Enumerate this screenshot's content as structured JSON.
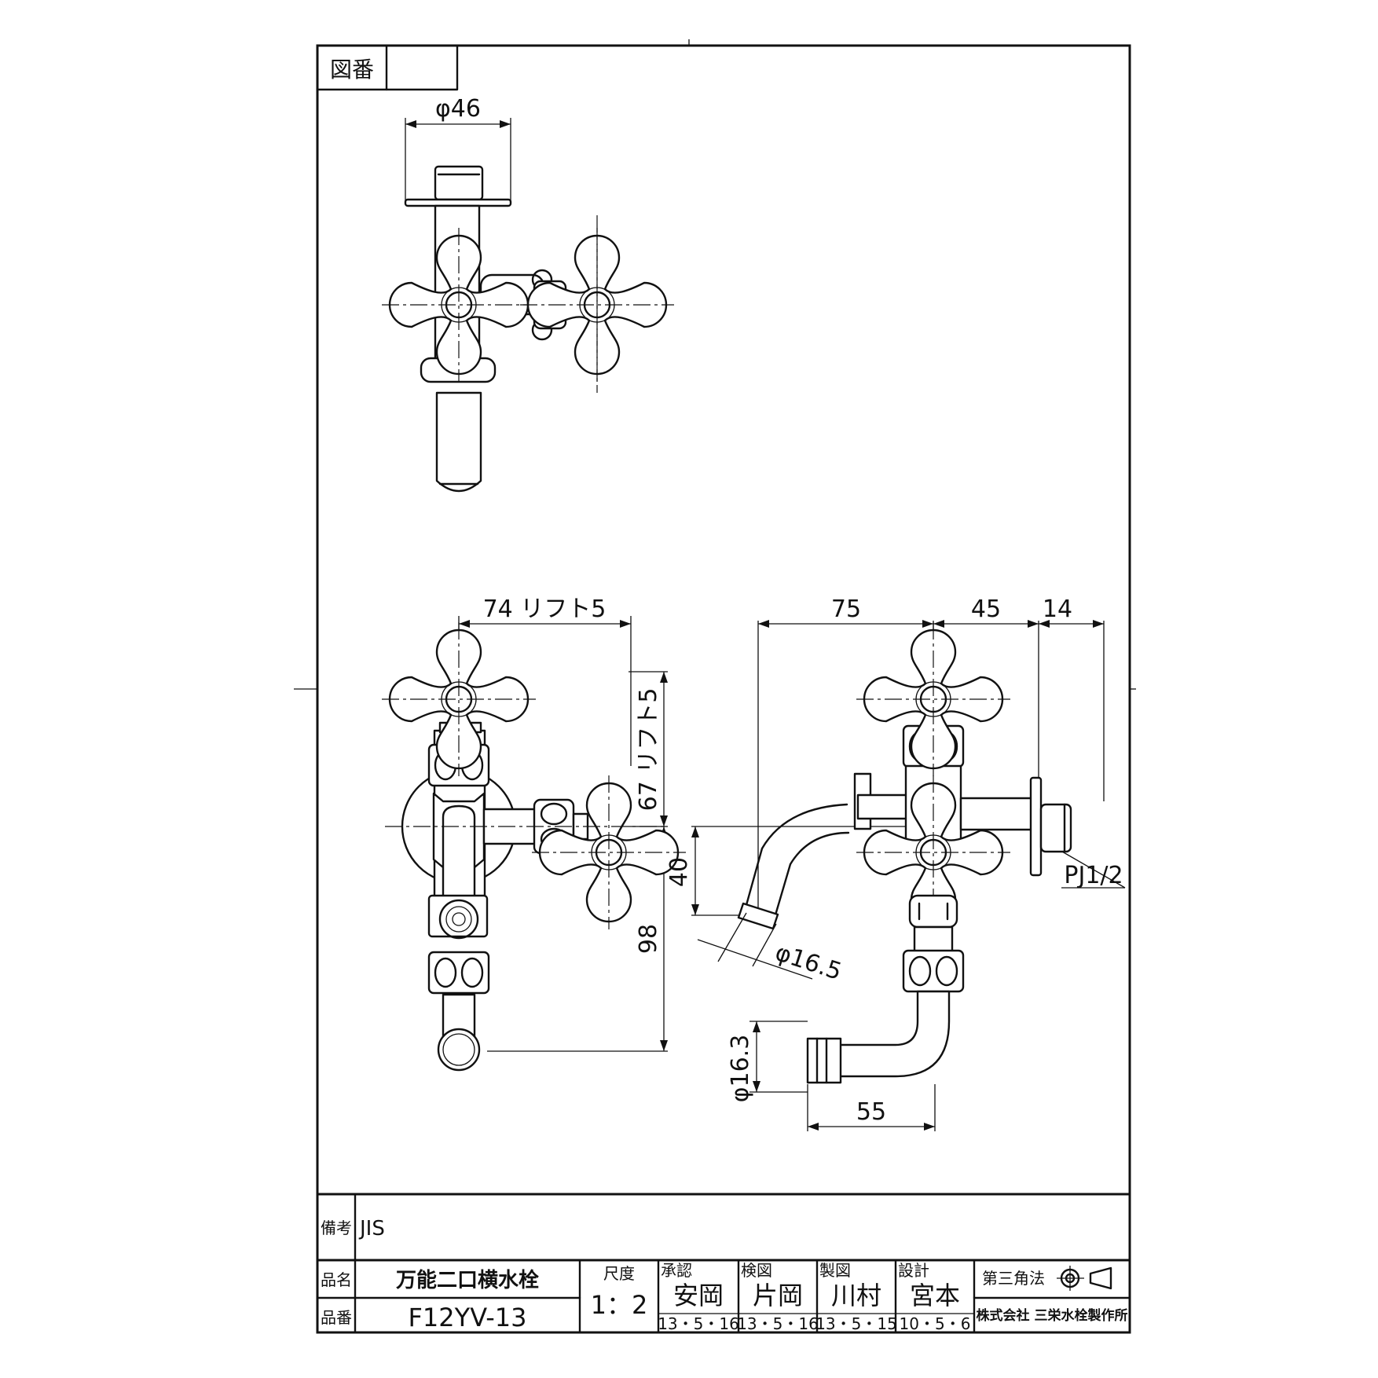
{
  "drawing_number_label": "図番",
  "drawing_number_value": "",
  "dimensions": {
    "top_diameter": "φ46",
    "front_width": "74 リフト5",
    "front_height": "67 リフト5",
    "front_total": "98",
    "side_width_a": "75",
    "side_width_b": "45",
    "side_width_c": "14",
    "side_drop": "40",
    "upper_hose": "φ16.5",
    "lower_hose": "φ16.3",
    "lower_length": "55",
    "thread": "PJ1/2"
  },
  "title_block": {
    "remarks_label": "備考",
    "remarks_value": "JIS",
    "product_name_label": "品名",
    "product_name": "万能二口横水栓",
    "product_number_label": "品番",
    "product_number": "F12YV-13",
    "scale_label": "尺度",
    "scale_value": "1：2",
    "approval_label": "承認",
    "approval_name": "安岡",
    "approval_date": "13・5・16",
    "check_label": "検図",
    "check_name": "片岡",
    "check_date": "13・5・16",
    "drawn_label": "製図",
    "drawn_name": "川村",
    "drawn_date": "13・5・15",
    "design_label": "設計",
    "design_name": "宮本",
    "design_date": "10・5・6",
    "projection_label": "第三角法",
    "company": "株式会社 三栄水栓製作所"
  }
}
